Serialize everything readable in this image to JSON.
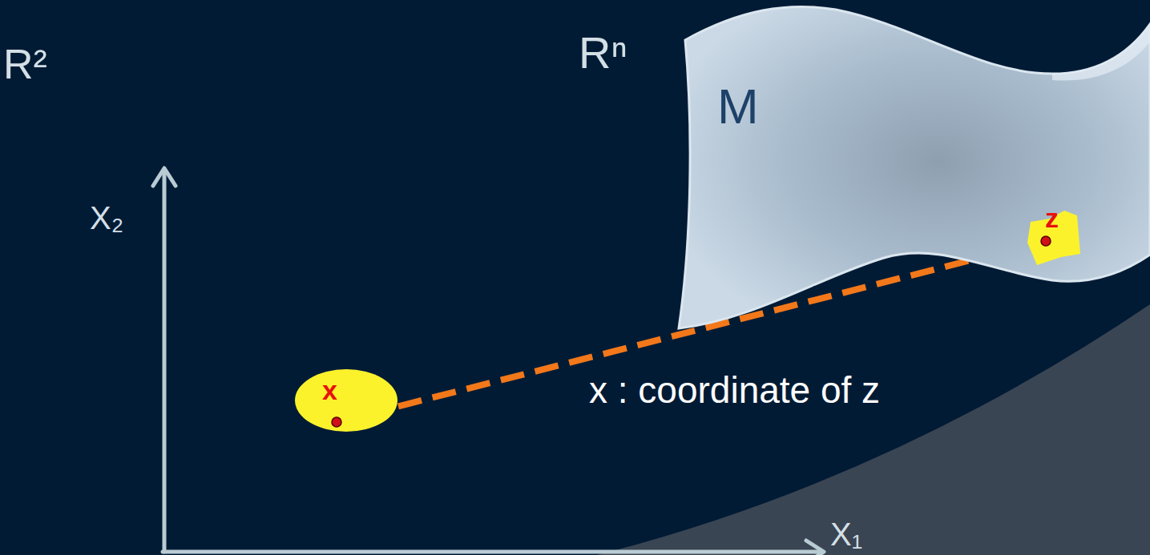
{
  "diagram": {
    "nodes": [
      {
        "text": [
          "x"
        ]
      },
      {
        "text": [
          "M"
        ]
      },
      {
        "text": [
          "z"
        ],
        "in": 1
      }
    ],
    "edges": [
      {
        "from": 0,
        "to": 2,
        "arrow": "to"
      }
    ],
    "labels": [
      "R²",
      "X₂",
      "X₁",
      "Rⁿ",
      "x : coordinate of z"
    ]
  }
}
